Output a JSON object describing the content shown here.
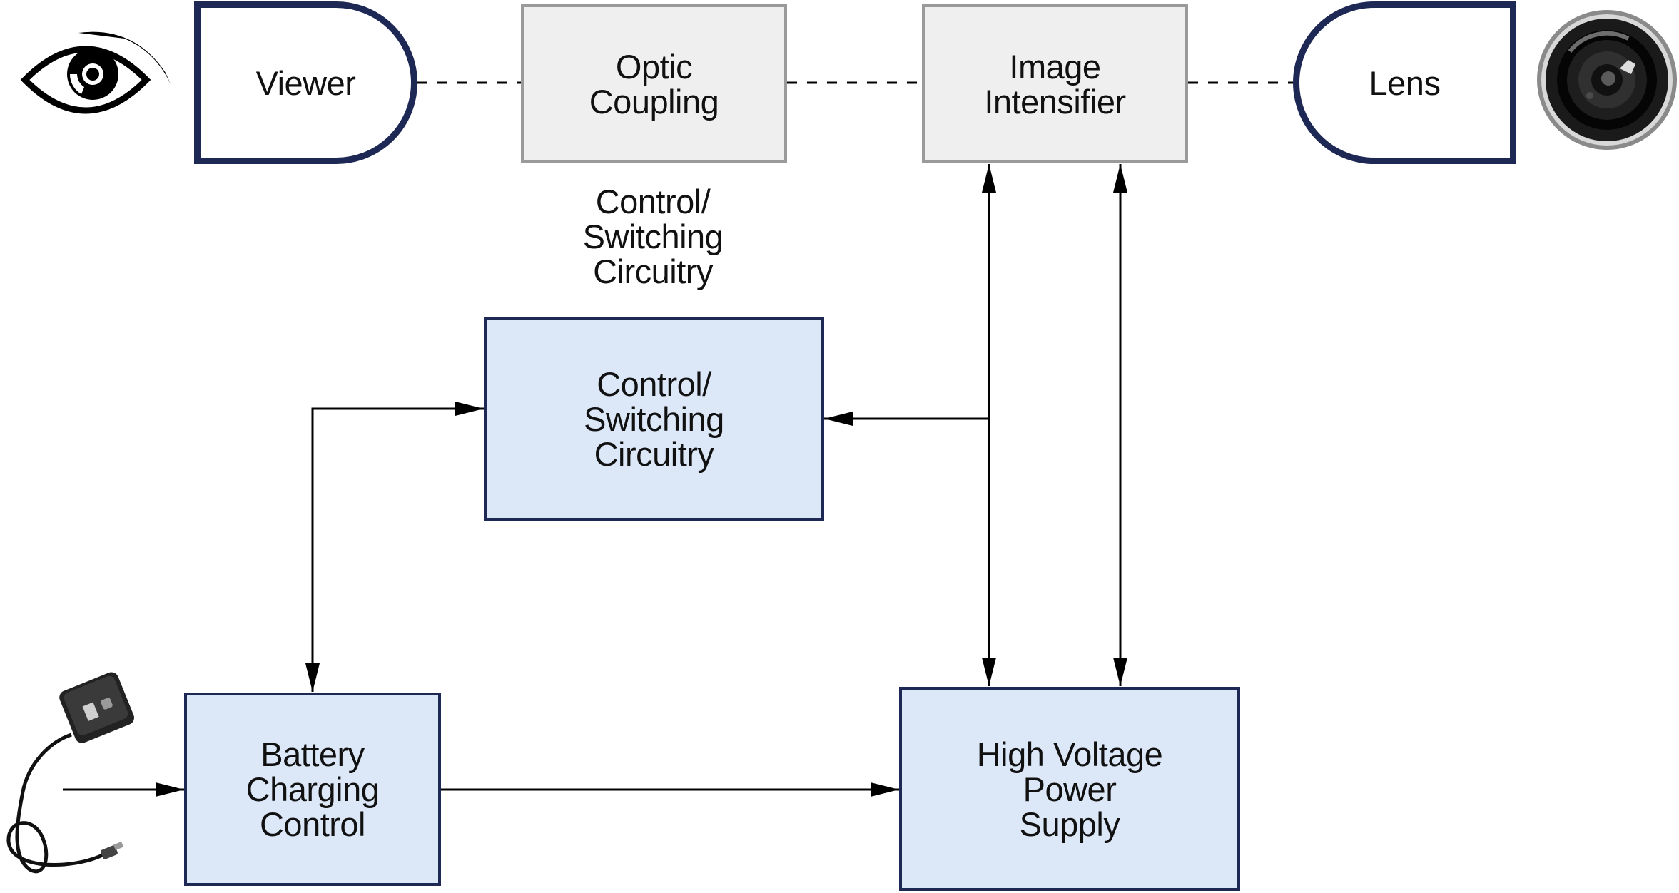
{
  "blocks": {
    "viewer": "Viewer",
    "optic_coupling": "Optic\nCoupling",
    "image_intensifier": "Image\nIntensifier",
    "lens": "Lens",
    "control_switching": "Control/\nSwitching\nCircuitry",
    "battery_charging": "Battery\nCharging\nControl",
    "high_voltage": "High Voltage\nPower\nSupply"
  },
  "labels": {
    "control_switching_caption": "Control/\nSwitching\nCircuitry"
  },
  "icons": {
    "viewer_side": "eye-icon",
    "lens_side": "camera-lens-icon",
    "power_input": "power-adapter-icon"
  },
  "colors": {
    "outline_dark": "#1d2855",
    "block_fill_blue": "#dce8f8",
    "block_fill_gray": "#efefef",
    "block_border_gray": "#9a9a9a"
  }
}
